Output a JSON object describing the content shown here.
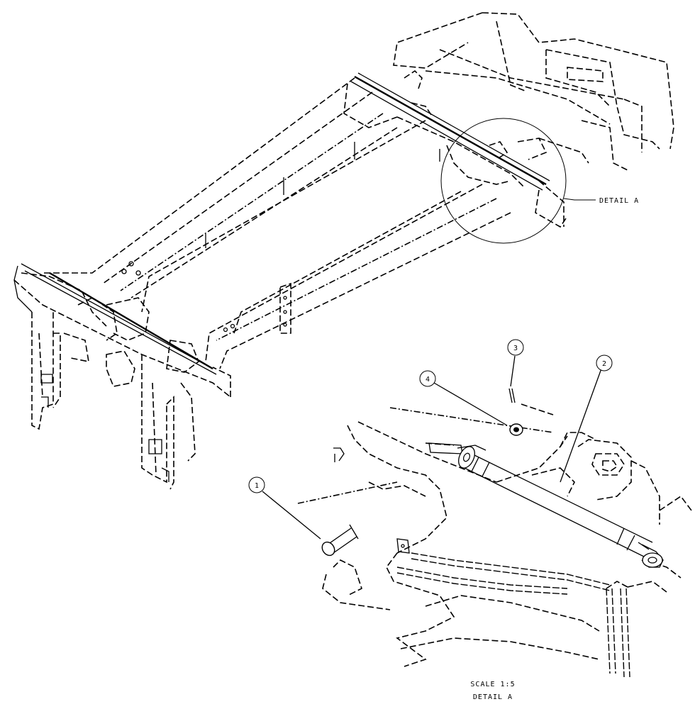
{
  "detail_label": "DETAIL A",
  "scale_label": "SCALE  1:5",
  "detail_caption": "DETAIL A",
  "callouts": [
    "1",
    "2",
    "3",
    "4"
  ]
}
